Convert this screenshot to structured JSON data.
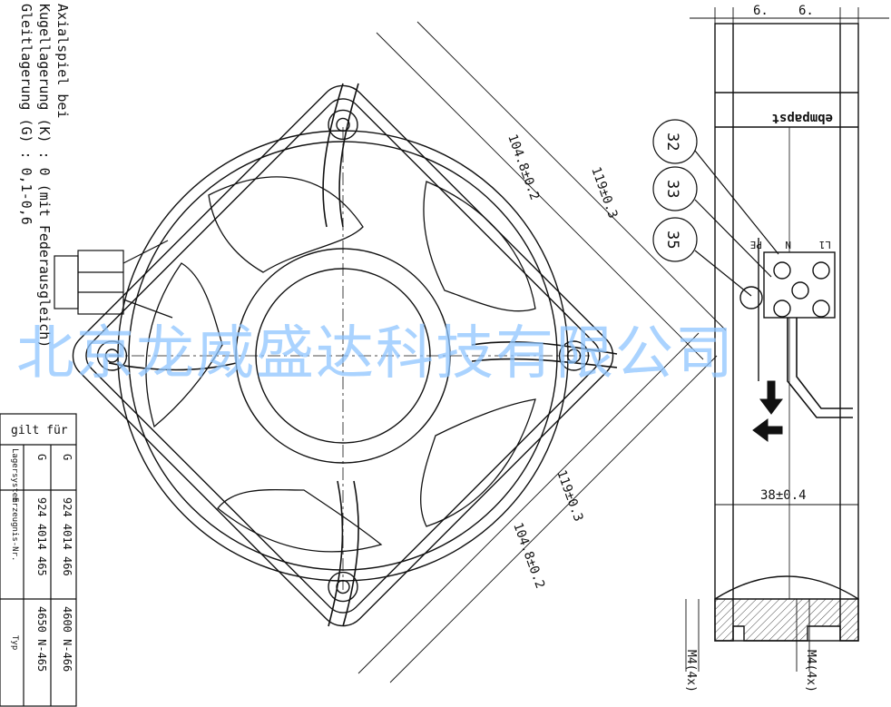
{
  "notes": {
    "line1": "Axialspiel bei",
    "line2": "Kugellagerung (K) : 0 (mit Federausgleich)",
    "line3": "Gleitlagerung  (G) : 0,1-0,6"
  },
  "dimensions": {
    "gap_left": "6.",
    "gap_right": "6.",
    "diag_inner_top": "104.8±0.2",
    "diag_outer_top": "119±0.3",
    "diag_inner_bottom": "104.8±0.2",
    "diag_outer_bottom": "119±0.3",
    "depth": "38±0.4",
    "thread_left": "M4(4x)",
    "thread_right": "M4(4x)"
  },
  "callouts": [
    "32",
    "33",
    "35"
  ],
  "terminals": {
    "pe": "PE",
    "n": "N",
    "l1": "L1"
  },
  "brand": "ebmpapst",
  "table": {
    "header": "gilt für",
    "rows": [
      {
        "col": "G",
        "nr": "924 4014 466",
        "typ": "4600 N-466"
      },
      {
        "col": "G",
        "nr": "924 4014 465",
        "typ": "4650 N-465"
      }
    ],
    "footer": {
      "col": "Lagersystem",
      "nr": "Erzeugnis-Nr.",
      "typ": "Typ"
    }
  },
  "watermark": "北京龙威盛达科技有限公司",
  "colors": {
    "line": "#111111",
    "watermark": "#8ec5ff"
  }
}
